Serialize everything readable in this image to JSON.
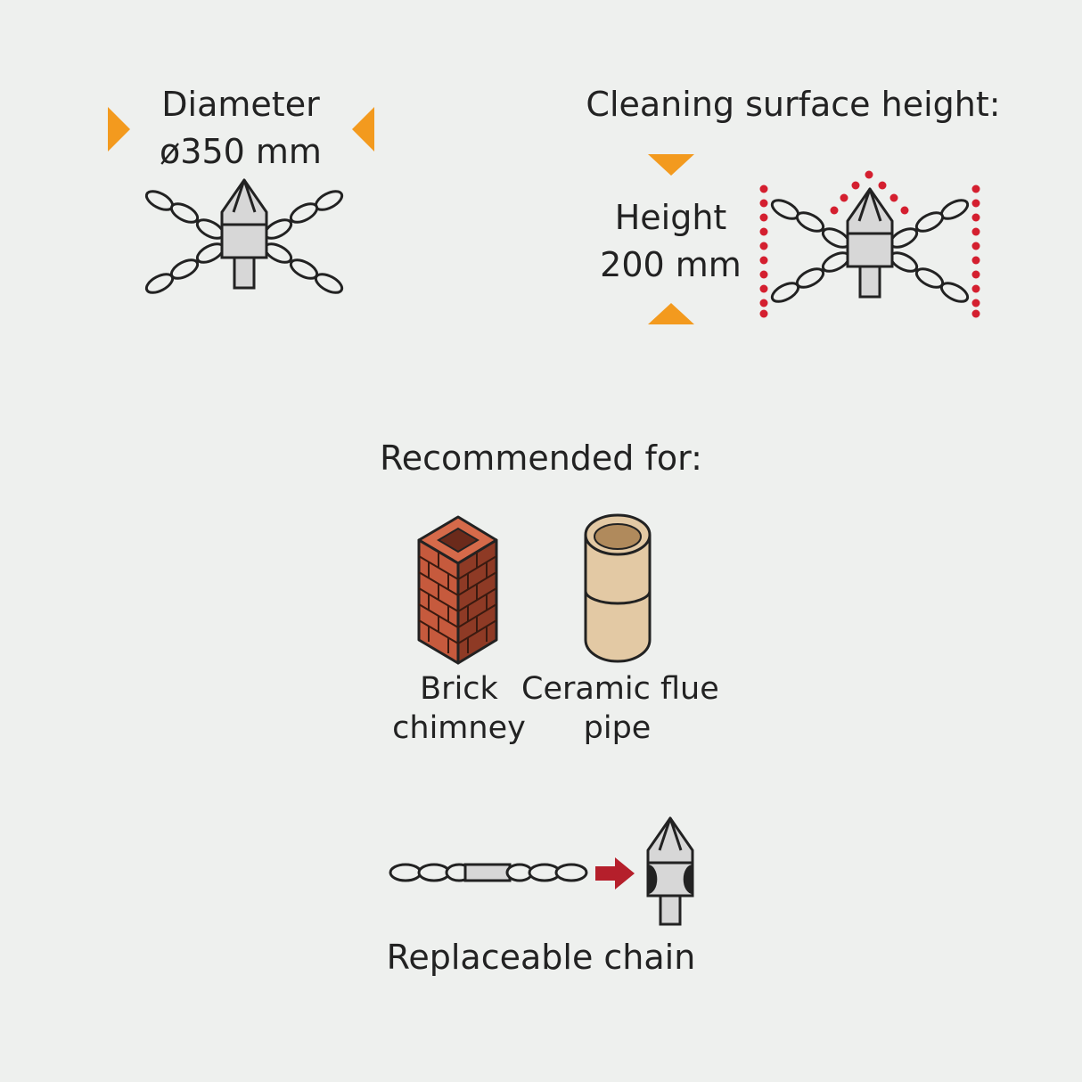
{
  "diameter": {
    "label": "Diameter",
    "value": "ø350 mm"
  },
  "cleaning": {
    "title": "Cleaning surface height:",
    "height_label": "Height",
    "height_value": "200 mm"
  },
  "recommended": {
    "title": "Recommended for:",
    "items": [
      {
        "line1": "Brick",
        "line2": "chimney",
        "icon": "brick-chimney-icon"
      },
      {
        "line1": "Ceramic flue",
        "line2": "pipe",
        "icon": "ceramic-pipe-icon"
      }
    ]
  },
  "replaceable": {
    "label": "Replaceable chain"
  },
  "colors": {
    "background": "#eef0ee",
    "arrow_orange": "#f39a1e",
    "dots_red": "#d41f2f",
    "arrow_red": "#b51f2b",
    "brick": "#c65a3d",
    "ceramic": "#e3c9a4"
  }
}
